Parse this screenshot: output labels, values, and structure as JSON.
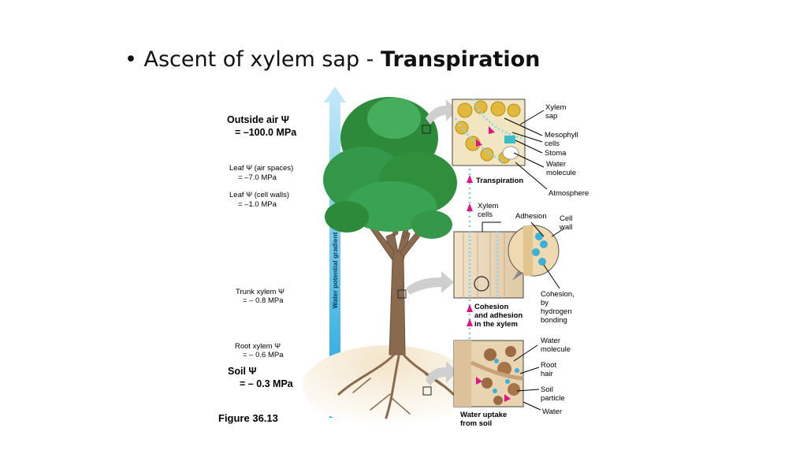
{
  "slide": {
    "title_prefix": "Ascent of xylem sap - ",
    "title_bold": "Transpiration"
  },
  "left_labels": {
    "outside_air_1": "Outside air Ψ",
    "outside_air_2": "= –100.0 MPa",
    "leaf_air_1": "Leaf Ψ (air spaces)",
    "leaf_air_2": "= –7.0 MPa",
    "leaf_wall_1": "Leaf Ψ (cell walls)",
    "leaf_wall_2": "= –1.0 MPa",
    "trunk_1": "Trunk xylem Ψ",
    "trunk_2": "= – 0.8 MPa",
    "root_1": "Root xylem Ψ",
    "root_2": "= – 0.6 MPa",
    "soil_1": "Soil Ψ",
    "soil_2": "= – 0.3 MPa"
  },
  "gradient_label": "Water potential gradient",
  "figure_label": "Figure 36.13",
  "right_labels": {
    "xylem_sap_1": "Xylem",
    "xylem_sap_2": "sap",
    "mesophyll_1": "Mesophyll",
    "mesophyll_2": "cells",
    "stoma": "Stoma",
    "water_molecule_top_1": "Water",
    "water_molecule_top_2": "molecule",
    "transpiration": "Transpiration",
    "atmosphere": "Atmosphere",
    "xylem_cells_1": "Xylem",
    "xylem_cells_2": "cells",
    "adhesion": "Adhesion",
    "cell_wall_1": "Cell",
    "cell_wall_2": "wall",
    "cohesion_1": "Cohesion,",
    "cohesion_2": "by",
    "cohesion_3": "hydrogen",
    "cohesion_4": "bonding",
    "cohesion_adhesion_1": "Cohesion",
    "cohesion_adhesion_2": "and adhesion",
    "cohesion_adhesion_3": "in the xylem",
    "water_molecule_bottom_1": "Water",
    "water_molecule_bottom_2": "molecule",
    "root_hair_1": "Root",
    "root_hair_2": "hair",
    "soil_particle_1": "Soil",
    "soil_particle_2": "particle",
    "water": "Water",
    "water_uptake_1": "Water uptake",
    "water_uptake_2": "from soil"
  },
  "colors": {
    "gradient_arrow": "#29aee3",
    "foliage": "#2f8f3d",
    "trunk": "#8a6a4e",
    "soil": "#e9d6b4",
    "mesophyll": "#e2b93a",
    "water_dot": "#8fd3ea",
    "pink_arrow": "#e0157f"
  }
}
